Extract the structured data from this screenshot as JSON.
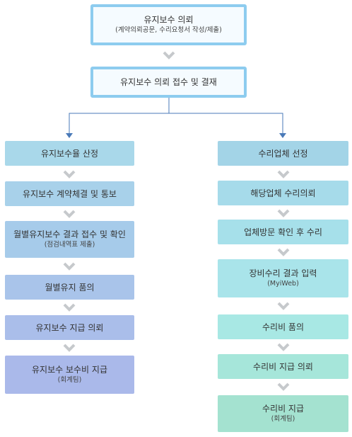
{
  "top": {
    "request": {
      "title": "유지보수 의뢰",
      "sub": "(계약의뢰공문, 수리요청서 작성/제출)"
    },
    "approval": {
      "title": "유지보수 의뢰 접수 및 결재"
    }
  },
  "left": [
    {
      "title": "유지보수율 산정",
      "sub": "",
      "color": "#a9d8ea"
    },
    {
      "title": "유지보수 계약체결 및 통보",
      "sub": "",
      "color": "#a8d1ea"
    },
    {
      "title": "월별유지보수 결과 접수 및 확인",
      "sub": "(점검내역표 제출)",
      "color": "#a6cbea"
    },
    {
      "title": "월별유지 품의",
      "sub": "",
      "color": "#a9c4ea"
    },
    {
      "title": "유지보수 지급 의뢰",
      "sub": "",
      "color": "#aabeea"
    },
    {
      "title": "유지보수 보수비 지급",
      "sub": "(회계팀)",
      "color": "#aab9ea"
    }
  ],
  "right": [
    {
      "title": "수리업체 선정",
      "sub": "",
      "color": "#a3d4e7"
    },
    {
      "title": "해당업체 수리의뢰",
      "sub": "",
      "color": "#a6dbea"
    },
    {
      "title": "업체방문 확인 후 수리",
      "sub": "",
      "color": "#a6e0ea"
    },
    {
      "title": "장비수리 결과 입력",
      "sub": "(MyiWeb)",
      "color": "#a9e4ea"
    },
    {
      "title": "수리비 품의",
      "sub": "",
      "color": "#a8e8e4"
    },
    {
      "title": "수리비 지급 의뢰",
      "sub": "",
      "color": "#a6e6da"
    },
    {
      "title": "수리비 지급",
      "sub": "(회계팀)",
      "color": "#a4e2d0"
    }
  ],
  "colors": {
    "connector": "#4a7ab8",
    "chevron": "#c6c9cc",
    "top_border": "#8dccef"
  }
}
